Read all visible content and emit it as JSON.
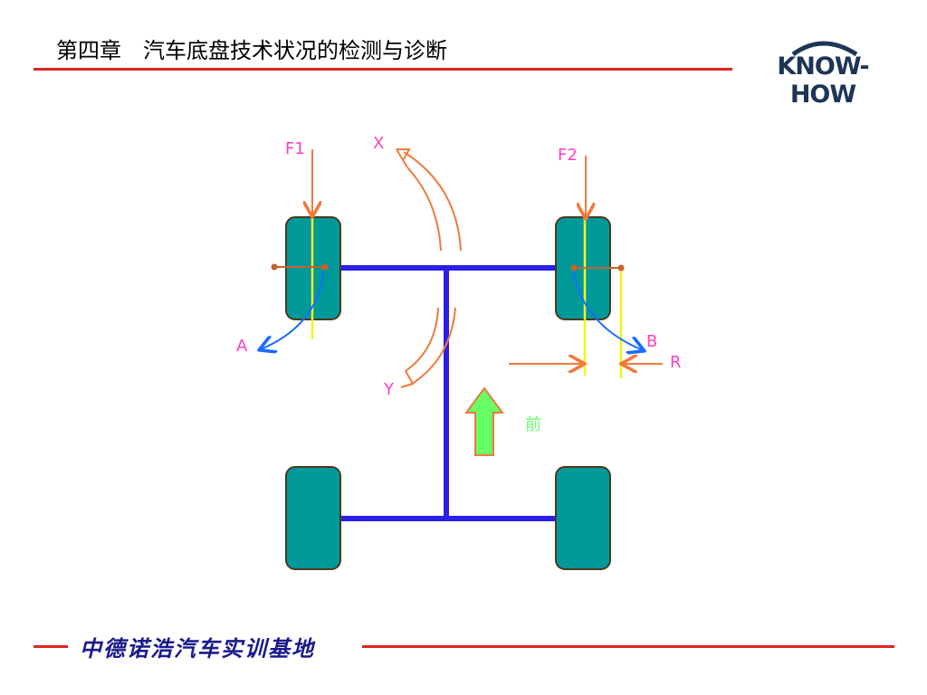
{
  "header": {
    "title": "第四章　汽车底盘技术状况的检测与诊断",
    "logo_text": "KNOW-HOW"
  },
  "footer": {
    "text": "中德诺浩汽车实训基地"
  },
  "diagram": {
    "labels": {
      "f1": "F1",
      "f2": "F2",
      "x": "X",
      "y": "Y",
      "a": "A",
      "b": "B",
      "r": "R",
      "forward": "前"
    }
  },
  "colors": {
    "accent_red": "#e2251f",
    "axle_blue": "#2b1ee8",
    "wheel_fill": "#00999a",
    "wheel_border": "#4a3a1a",
    "arrow_orange": "#f07a3c",
    "label_pink": "#ff3fc0",
    "curve_blue": "#1a6bff",
    "guide_yellow": "#f5f51a",
    "forward_green": "#66ff66",
    "logo_navy": "#1e3557"
  },
  "icons": [
    "knowhow-logo-icon",
    "forward-arrow-icon"
  ]
}
